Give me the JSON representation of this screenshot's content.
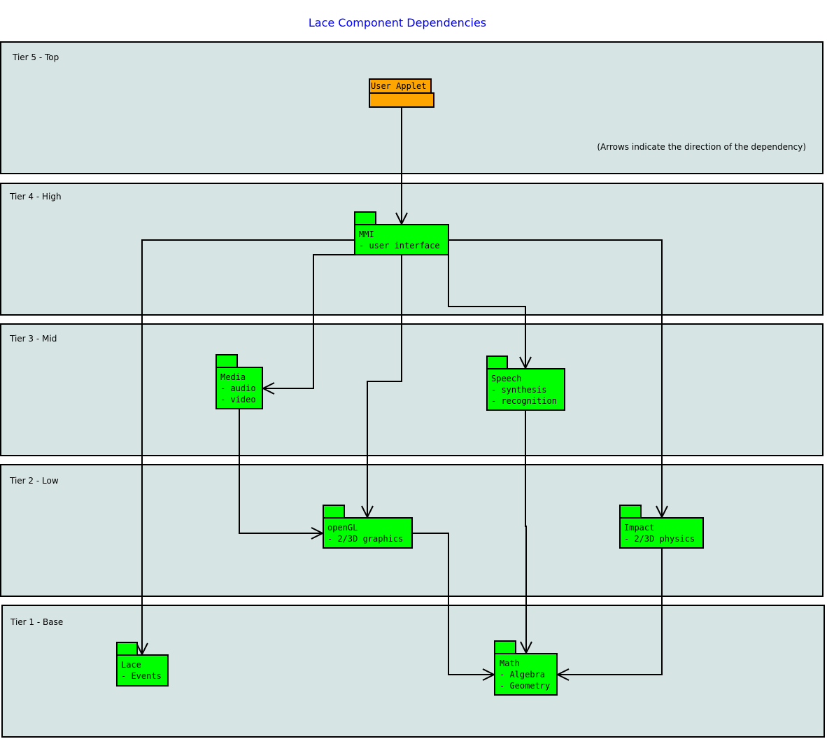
{
  "title": "Lace Component Dependencies",
  "note": "(Arrows indicate the direction of the dependency)",
  "colors": {
    "tier_bg": "#d7e4e4",
    "package": "#00ff00",
    "applet": "#ffa500",
    "title": "#0000ff"
  },
  "tiers": [
    "Tier 5 - Top",
    "Tier 4 - High",
    "Tier 3 - Mid",
    "Tier 2 - Low",
    "Tier 1 - Base"
  ],
  "packages": {
    "applet": {
      "name": "User Applet"
    },
    "mmi": {
      "lines": [
        "MMI",
        "- user interface"
      ]
    },
    "media": {
      "lines": [
        "Media",
        "- audio",
        "- video"
      ]
    },
    "speech": {
      "lines": [
        "Speech",
        "- synthesis",
        "- recognition"
      ]
    },
    "opengl": {
      "lines": [
        "openGL",
        "- 2/3D graphics"
      ]
    },
    "impact": {
      "lines": [
        "Impact",
        "- 2/3D physics"
      ]
    },
    "lace": {
      "lines": [
        "Lace",
        "- Events"
      ]
    },
    "math": {
      "lines": [
        "Math",
        "- Algebra",
        "- Geometry"
      ]
    }
  },
  "dependencies": [
    [
      "User Applet",
      "MMI"
    ],
    [
      "MMI",
      "Lace"
    ],
    [
      "MMI",
      "Impact"
    ],
    [
      "MMI",
      "Media"
    ],
    [
      "MMI",
      "openGL"
    ],
    [
      "MMI",
      "Speech"
    ],
    [
      "Media",
      "openGL"
    ],
    [
      "Speech",
      "Math"
    ],
    [
      "openGL",
      "Math"
    ],
    [
      "Impact",
      "Math"
    ]
  ]
}
